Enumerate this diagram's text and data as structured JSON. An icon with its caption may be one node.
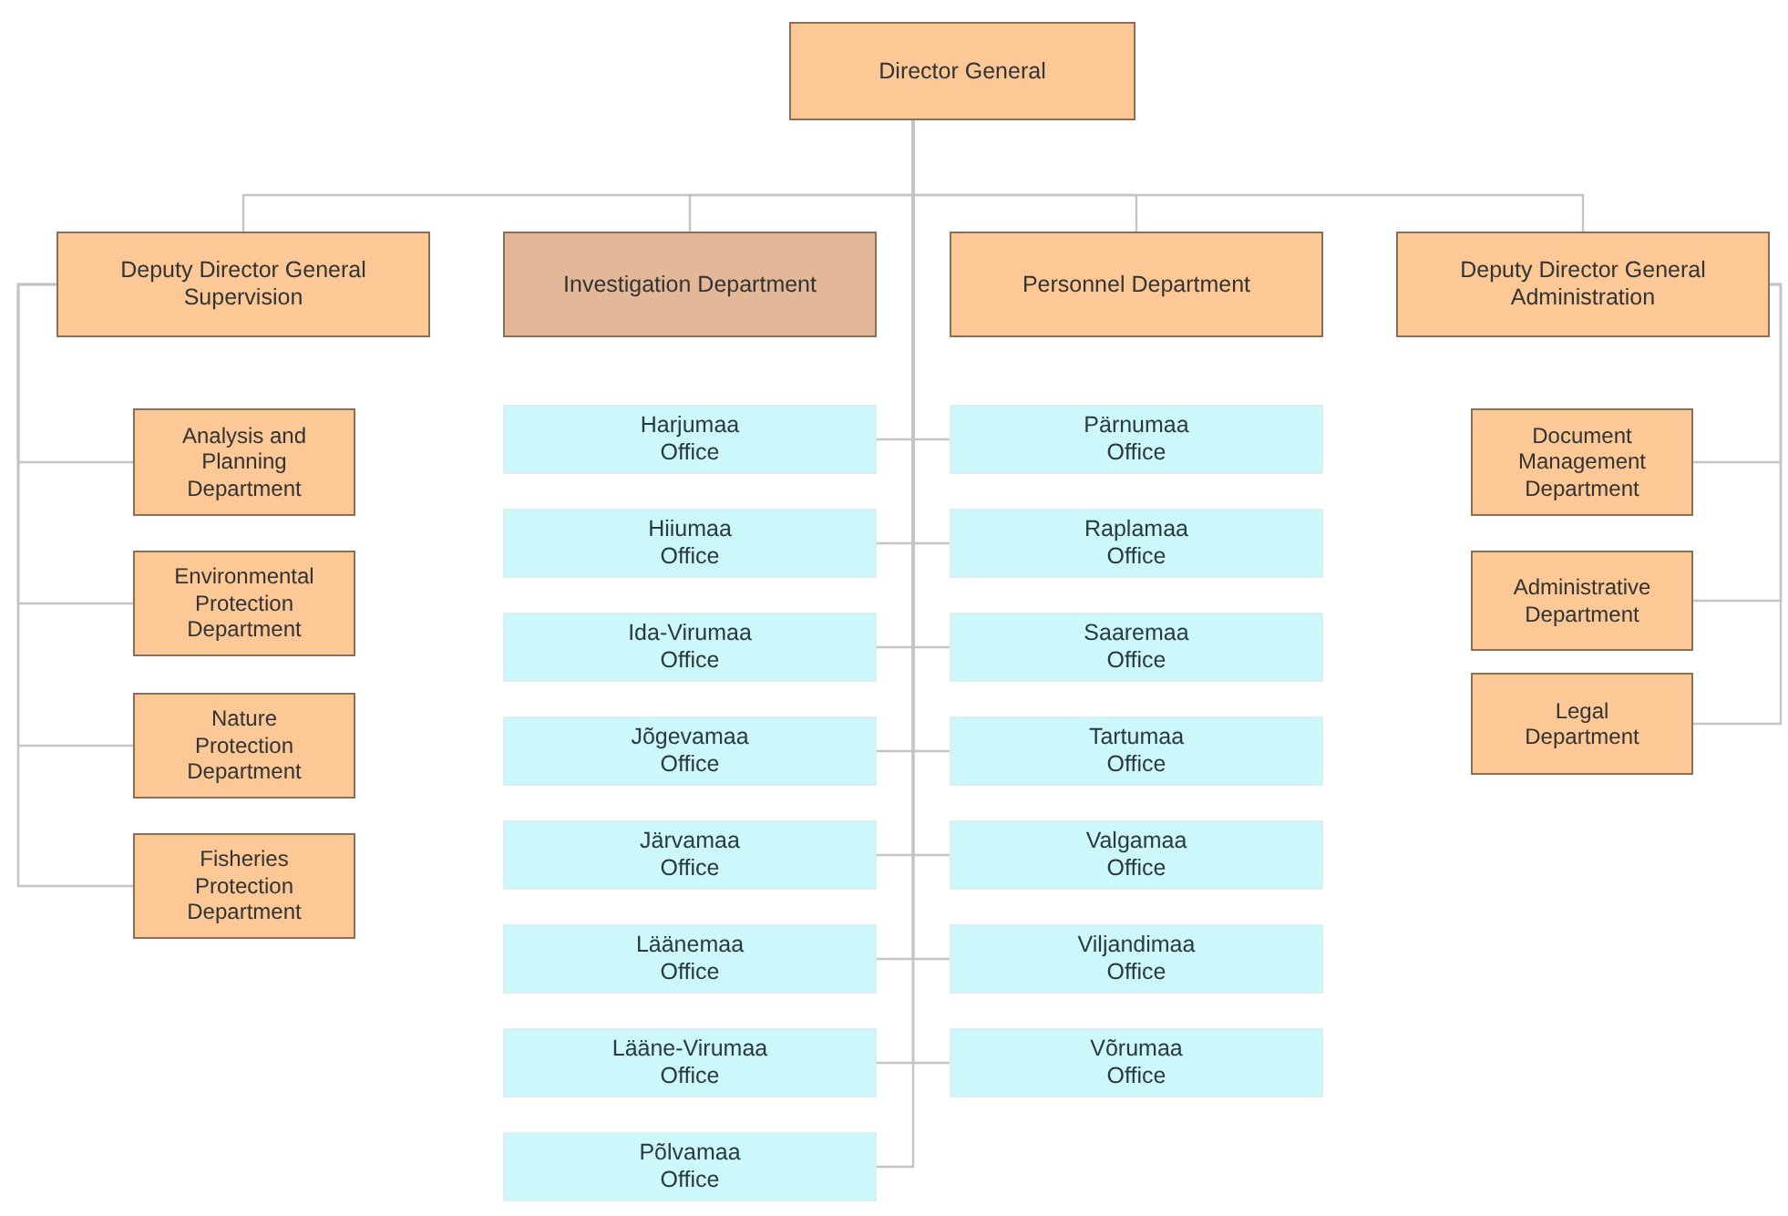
{
  "diagram": {
    "nodes": [
      {
        "text": [
          "Director General"
        ]
      },
      {
        "text": [
          "Deputy Director General Supervision"
        ]
      },
      {
        "text": [
          "Investigation Department"
        ]
      },
      {
        "text": [
          "Personnel Department"
        ]
      },
      {
        "text": [
          "Deputy Director General Administration"
        ]
      },
      {
        "text": [
          "Analysis and Planning Department"
        ]
      },
      {
        "text": [
          "Environmental Protection Department"
        ]
      },
      {
        "text": [
          "Nature Protection Department"
        ]
      },
      {
        "text": [
          "Fisheries Protection Department"
        ]
      },
      {
        "text": [
          "Harjumaa Office"
        ]
      },
      {
        "text": [
          "Hiiumaa Office"
        ]
      },
      {
        "text": [
          "Ida-Virumaa Office"
        ]
      },
      {
        "text": [
          "Jõgevamaa Office"
        ]
      },
      {
        "text": [
          "Järvamaa Office"
        ]
      },
      {
        "text": [
          "Läänemaa Office"
        ]
      },
      {
        "text": [
          "Lääne-Virumaa Office"
        ]
      },
      {
        "text": [
          "Põlvamaa Office"
        ]
      },
      {
        "text": [
          "Pärnumaa Office"
        ]
      },
      {
        "text": [
          "Raplamaa Office"
        ]
      },
      {
        "text": [
          "Saaremaa Office"
        ]
      },
      {
        "text": [
          "Tartumaa Office"
        ]
      },
      {
        "text": [
          "Valgamaa Office"
        ]
      },
      {
        "text": [
          "Viljandimaa Office"
        ]
      },
      {
        "text": [
          "Võrumaa Office"
        ]
      },
      {
        "text": [
          "Document Management Department"
        ]
      },
      {
        "text": [
          "Administrative Department"
        ]
      },
      {
        "text": [
          "Legal Department"
        ]
      }
    ],
    "edges": [
      {
        "from": 0,
        "to": 1,
        "arrow": "none"
      },
      {
        "from": 0,
        "to": 2,
        "arrow": "none"
      },
      {
        "from": 0,
        "to": 3,
        "arrow": "none"
      },
      {
        "from": 0,
        "to": 4,
        "arrow": "none"
      },
      {
        "from": 1,
        "to": 5,
        "arrow": "none"
      },
      {
        "from": 1,
        "to": 6,
        "arrow": "none"
      },
      {
        "from": 1,
        "to": 7,
        "arrow": "none"
      },
      {
        "from": 1,
        "to": 8,
        "arrow": "none"
      },
      {
        "from": 0,
        "to": 9,
        "arrow": "none"
      },
      {
        "from": 0,
        "to": 10,
        "arrow": "none"
      },
      {
        "from": 0,
        "to": 11,
        "arrow": "none"
      },
      {
        "from": 0,
        "to": 12,
        "arrow": "none"
      },
      {
        "from": 0,
        "to": 13,
        "arrow": "none"
      },
      {
        "from": 0,
        "to": 14,
        "arrow": "none"
      },
      {
        "from": 0,
        "to": 15,
        "arrow": "none"
      },
      {
        "from": 0,
        "to": 16,
        "arrow": "none"
      },
      {
        "from": 0,
        "to": 17,
        "arrow": "none"
      },
      {
        "from": 0,
        "to": 18,
        "arrow": "none"
      },
      {
        "from": 0,
        "to": 19,
        "arrow": "none"
      },
      {
        "from": 0,
        "to": 20,
        "arrow": "none"
      },
      {
        "from": 0,
        "to": 21,
        "arrow": "none"
      },
      {
        "from": 0,
        "to": 22,
        "arrow": "none"
      },
      {
        "from": 0,
        "to": 23,
        "arrow": "none"
      },
      {
        "from": 4,
        "to": 24,
        "arrow": "none"
      },
      {
        "from": 4,
        "to": 25,
        "arrow": "none"
      },
      {
        "from": 4,
        "to": 26,
        "arrow": "none"
      }
    ]
  }
}
